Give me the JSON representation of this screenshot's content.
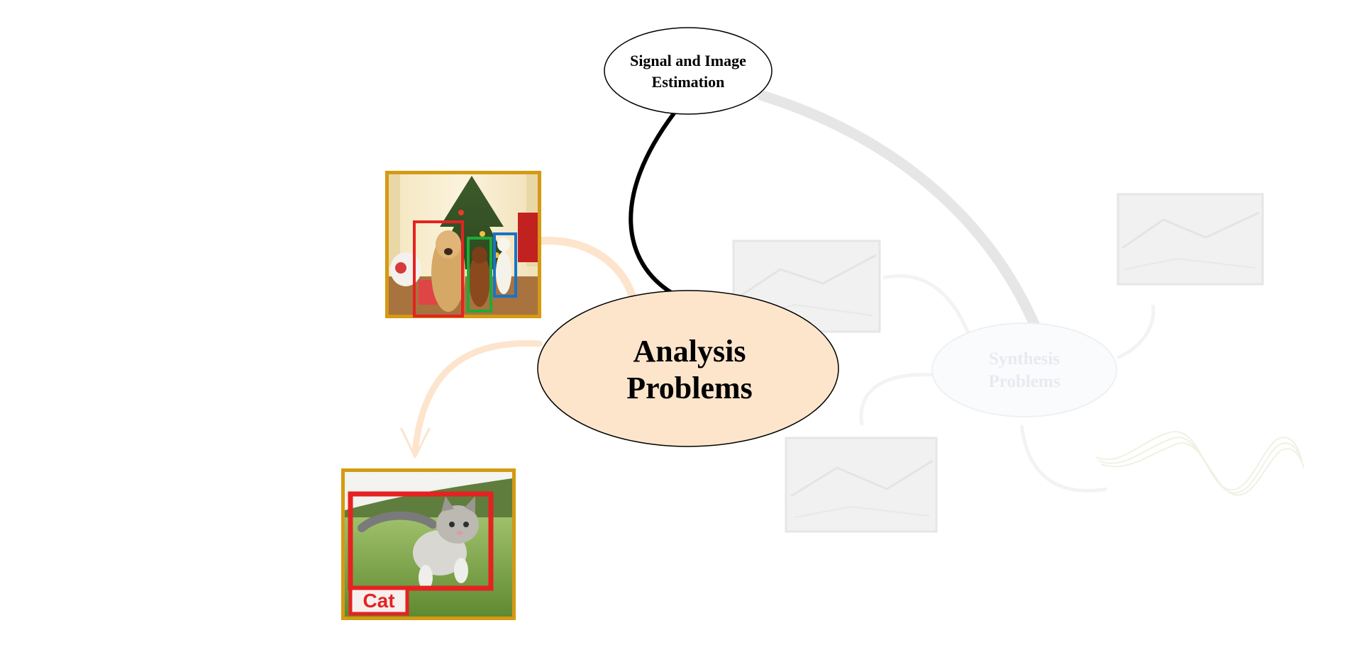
{
  "diagram": {
    "top_node": {
      "line1": "Signal and Image",
      "line2": "Estimation"
    },
    "analysis_node": {
      "line1": "Analysis",
      "line2": "Problems"
    },
    "synthesis_node": {
      "line1": "Synthesis",
      "line2": "Problems"
    },
    "cat_image": {
      "label": "Cat"
    }
  },
  "colors": {
    "analysis_fill": "#fde5cc",
    "arrow_peach": "#fbd9b8",
    "frame_gold": "#d49a12",
    "box_red": "#e52222",
    "box_green": "#1faa3a",
    "box_blue": "#1a73c7",
    "faded_gray": "#e2e2e2"
  }
}
